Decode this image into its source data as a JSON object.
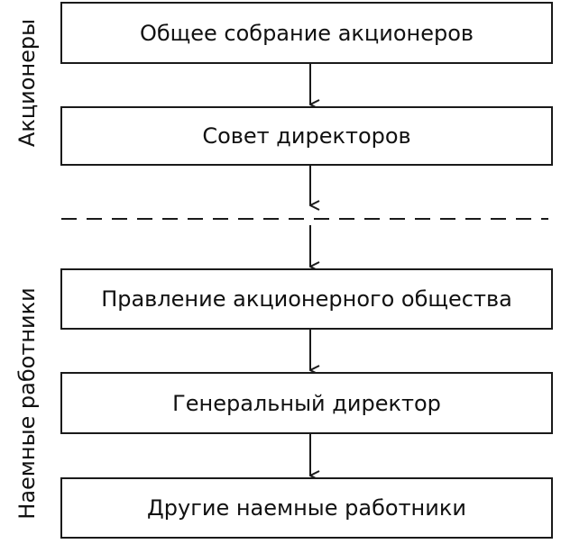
{
  "groups": {
    "shareholders_label": "Акционеры",
    "employees_label": "Наемные работники"
  },
  "boxes": {
    "general_meeting": "Общее собрание акционеров",
    "board_of_directors": "Совет директоров",
    "management_board": "Правление акционерного общества",
    "general_director": "Генеральный директор",
    "other_employees": "Другие наемные работники"
  },
  "colors": {
    "line": "#1a1a1a",
    "text": "#111111",
    "background": "#ffffff"
  }
}
